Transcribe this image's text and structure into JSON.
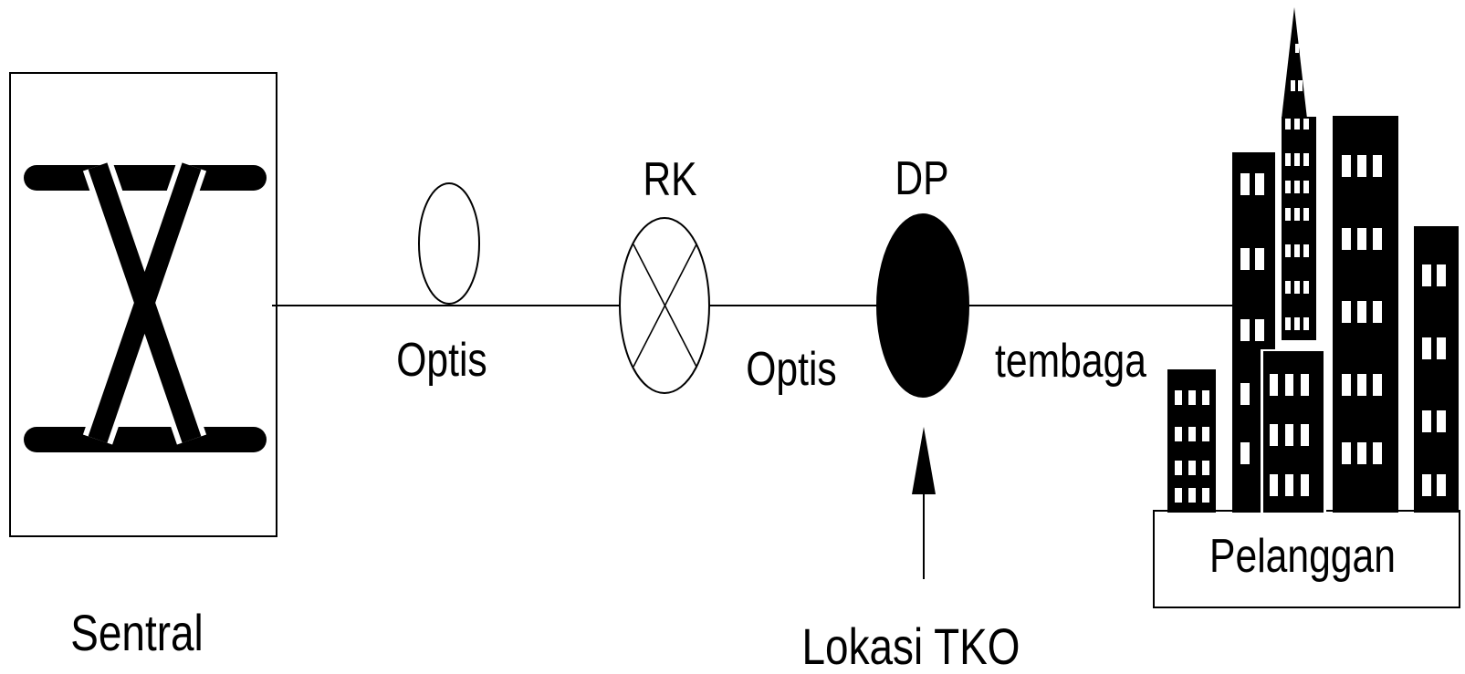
{
  "diagram": {
    "labels": {
      "sentral": "Sentral",
      "optis_1": "Optis",
      "rk": "RK",
      "optis_2": "Optis",
      "dp": "DP",
      "tembaga": "tembaga",
      "lokasi_tko": "Lokasi TKO",
      "pelanggan": "Pelanggan"
    },
    "colors": {
      "stroke": "#000000",
      "fill_dark": "#000000",
      "background": "#ffffff"
    },
    "icons": {
      "exchange": "exchange-switch-icon",
      "joint": "cable-joint-icon",
      "rk": "rk-cabinet-icon",
      "dp": "distribution-point-icon",
      "buildings": "city-buildings-icon"
    }
  }
}
